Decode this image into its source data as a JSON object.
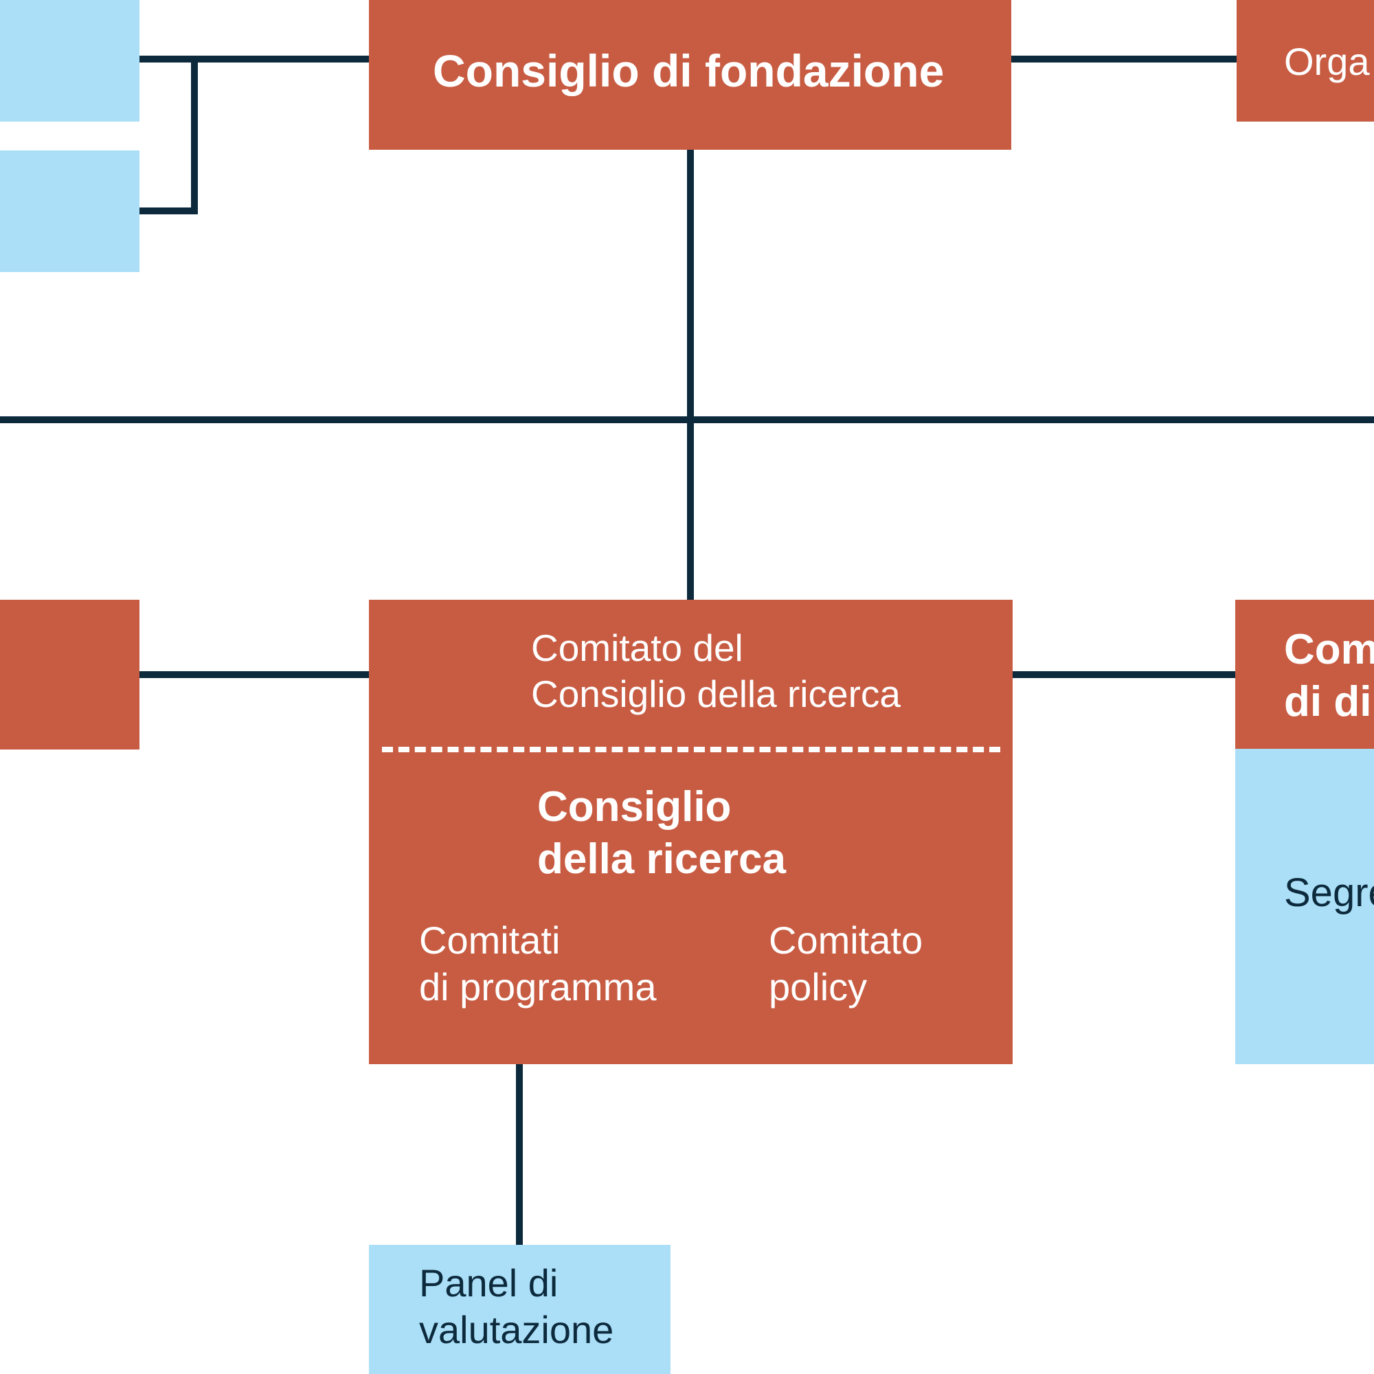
{
  "diagram": {
    "colors": {
      "primary_box": "#c85c43",
      "secondary_box": "#aadff7",
      "connector": "#0d2a3d",
      "light_text": "#ffffff",
      "dark_text": "#0d2a3d"
    },
    "foundation_council": {
      "title": "Consiglio di fondazione"
    },
    "top_right_box": {
      "label": "Orga"
    },
    "research_council": {
      "committee_label": "Comitato del\nConsiglio della ricerca",
      "title": "Consiglio\ndella ricerca",
      "program_committees": "Comitati\ndi programma",
      "policy_committee": "Comitato\npolicy"
    },
    "right_committee": {
      "title": "Com\ndi di"
    },
    "right_secretariat": {
      "label": "Segre"
    },
    "evaluation_panel": {
      "label": "Panel di\nvalutazione"
    }
  }
}
